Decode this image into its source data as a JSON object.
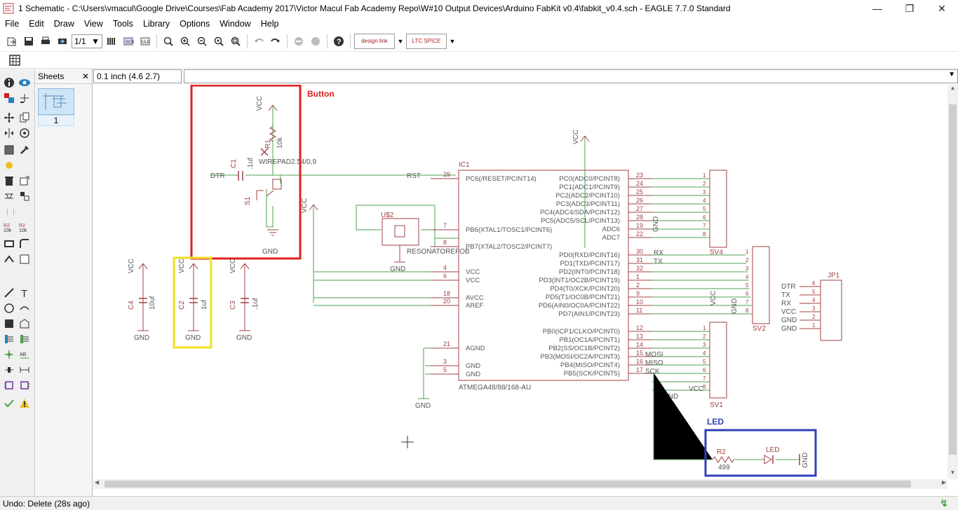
{
  "window": {
    "title": "1 Schematic - C:\\Users\\vmacul\\Google Drive\\Courses\\Fab Academy 2017\\Victor Macul Fab Academy Repo\\W#10 Output Devices\\Arduino FabKit v0.4\\fabkit_v0.4.sch - EAGLE 7.7.0 Standard"
  },
  "menu": [
    "File",
    "Edit",
    "Draw",
    "View",
    "Tools",
    "Library",
    "Options",
    "Window",
    "Help"
  ],
  "toolbar": {
    "zoom": "1/1",
    "designlink": "design link",
    "ltspice": "LTC SPICE"
  },
  "sheets": {
    "label": "Sheets",
    "sheet_number": "1"
  },
  "coordinate": "0.1 inch (4.6 2.7)",
  "command": "",
  "status": "Undo: Delete (28s ago)",
  "annotations": {
    "button": "Button",
    "led": "LED"
  },
  "colors": {
    "wire": "#4ea14e",
    "part": "#a04040",
    "label": "#555555",
    "button_box": "#e02020",
    "cap_box": "#f0e020",
    "led_box": "#3040b8",
    "annotation_red": "#e02020",
    "annotation_blue": "#3040b8"
  },
  "schematic": {
    "vcc": "VCC",
    "gnd": "GND",
    "ic1_name": "IC1",
    "ic1_value": "ATMEGA48/88/168-AU",
    "ic_pins_left": [
      "PC6(/RESET/PCINT14)",
      "PB6(XTAL1/TOSC1/PCINT6)",
      "PB7(XTAL2/TOSC2/PCINT7)",
      "VCC",
      "VCC",
      "AVCC",
      "AREF",
      "AGND",
      "GND",
      "GND"
    ],
    "ic_pins_left_nums": [
      "29",
      "7",
      "8",
      "4",
      "6",
      "18",
      "20",
      "21",
      "3",
      "5"
    ],
    "ic_pins_right": [
      "PC0(ADC0/PCINT8)",
      "PC1(ADC1/PCINT9)",
      "PC2(ADC2/PCINT10)",
      "PC3(ADC3/PCINT11)",
      "PC4(ADC4/SDA/PCINT12)",
      "PC5(ADC5/SCL/PCINT13)",
      "ADC6",
      "ADC7",
      "PD0(RXD/PCINT16)",
      "PD1(TXD/PCINT17)",
      "PD2(INT0/PCINT18)",
      "PD3(INT1/OC2B/PCINT19)",
      "PD4(T0/XCK/PCINT20)",
      "PD5(T1/OC0B/PCINT21)",
      "PD6(AIN0/OC0A/PCINT22)",
      "PD7(AIN1/PCINT23)",
      "PB0(ICP1/CLKO/PCINT0)",
      "PB1(OC1A/PCINT1)",
      "PB2(SS/OC1B/PCINT2)",
      "PB3(MOSI/OC2A/PCINT3)",
      "PB4(MISO/PCINT4)",
      "PB5(SCK/PCINT5)"
    ],
    "ic_pins_right_nums": [
      "23",
      "24",
      "25",
      "26",
      "27",
      "28",
      "19",
      "22",
      "30",
      "31",
      "32",
      "1",
      "2",
      "9",
      "10",
      "11",
      "12",
      "13",
      "14",
      "15",
      "16",
      "17"
    ],
    "net_labels": {
      "dtr": "DTR",
      "rst": "RST",
      "rx": "RX",
      "tx": "TX",
      "mosi": "MOSI",
      "miso": "MISO",
      "sck": "SCK"
    },
    "c1": "C1",
    "c1_val": ".1uf",
    "r1": "R1",
    "r1_val": "10k",
    "wirepad": "WIREPAD2.54/0,9",
    "s1": "S1",
    "us2": "U$2",
    "resonator": "RESONATOREFOB",
    "c4": "C4",
    "c4_val": "10uf",
    "c2": "C2",
    "c2_val": "1uf",
    "c3": "C3",
    "c3_val": ".1uf",
    "sv4": "SV4",
    "sv2": "SV2",
    "sv1": "SV1",
    "jp1": "JP1",
    "jp1_pins": [
      "DTR",
      "TX",
      "RX",
      "VCC",
      "GND",
      "GND"
    ],
    "jp1_nums": [
      "6",
      "5",
      "4",
      "3",
      "2",
      "1"
    ],
    "r2": "R2",
    "r2_val": "499",
    "led": "LED"
  }
}
